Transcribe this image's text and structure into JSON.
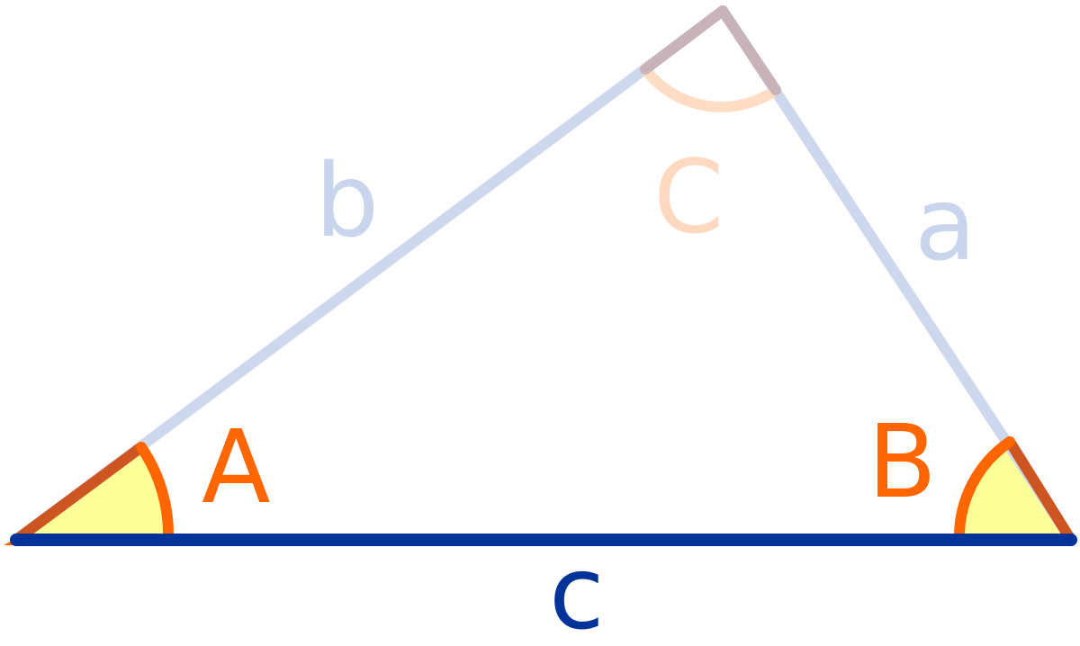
{
  "labels": {
    "angle_a": "A",
    "angle_b": "B",
    "angle_c": "C",
    "side_a": "a",
    "side_b": "b",
    "side_c": "c"
  },
  "colors": {
    "highlighted_side": "#003399",
    "faded_side": "#cdd8ee",
    "angle_arc": "#ff6600",
    "angle_fill": "#ffff99",
    "faded_angle_arc": "#ffdcc4",
    "faded_side_label": "#c9d5ec",
    "faded_angle_label": "#ffd9bf"
  }
}
